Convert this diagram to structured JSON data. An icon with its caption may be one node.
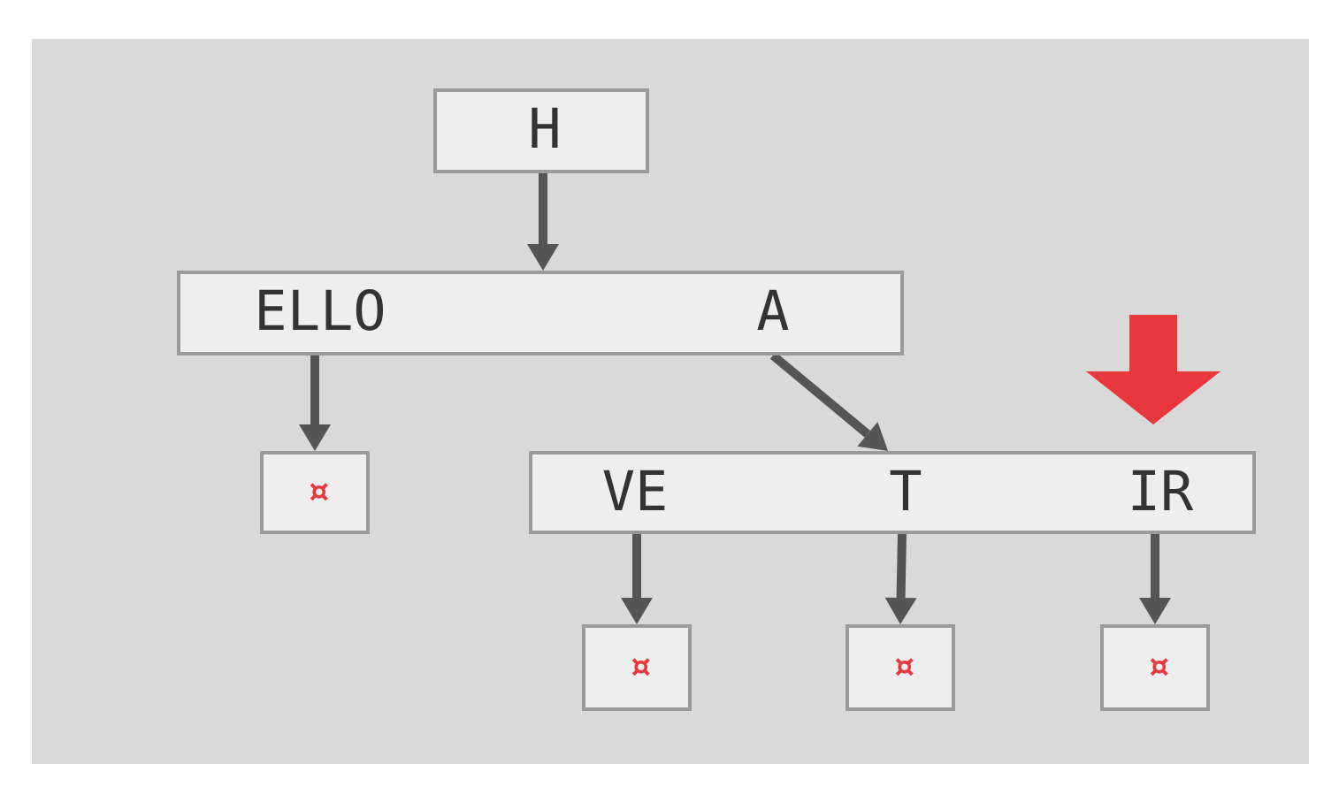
{
  "diagram": {
    "nodes": [
      {
        "text": [
          "H"
        ]
      },
      {
        "text": [
          "ELLO",
          "A"
        ]
      },
      {
        "text": [
          "¤"
        ]
      },
      {
        "text": [
          "VE",
          "T",
          "IR"
        ]
      },
      {
        "text": [
          "¤"
        ]
      },
      {
        "text": [
          "¤"
        ]
      },
      {
        "text": [
          "¤"
        ]
      }
    ],
    "edges": [
      {
        "from": 0,
        "to": 1,
        "arrow": "to"
      },
      {
        "from": 1,
        "to": 2,
        "arrow": "to"
      },
      {
        "from": 1,
        "to": 3,
        "arrow": "to"
      },
      {
        "from": 3,
        "to": 4,
        "arrow": "to"
      },
      {
        "from": 3,
        "to": 5,
        "arrow": "to"
      },
      {
        "from": 3,
        "to": 6,
        "arrow": "to"
      },
      {
        "from": null,
        "to": 3,
        "arrow": "to",
        "style": "thick",
        "color": "#e8383d"
      }
    ]
  }
}
